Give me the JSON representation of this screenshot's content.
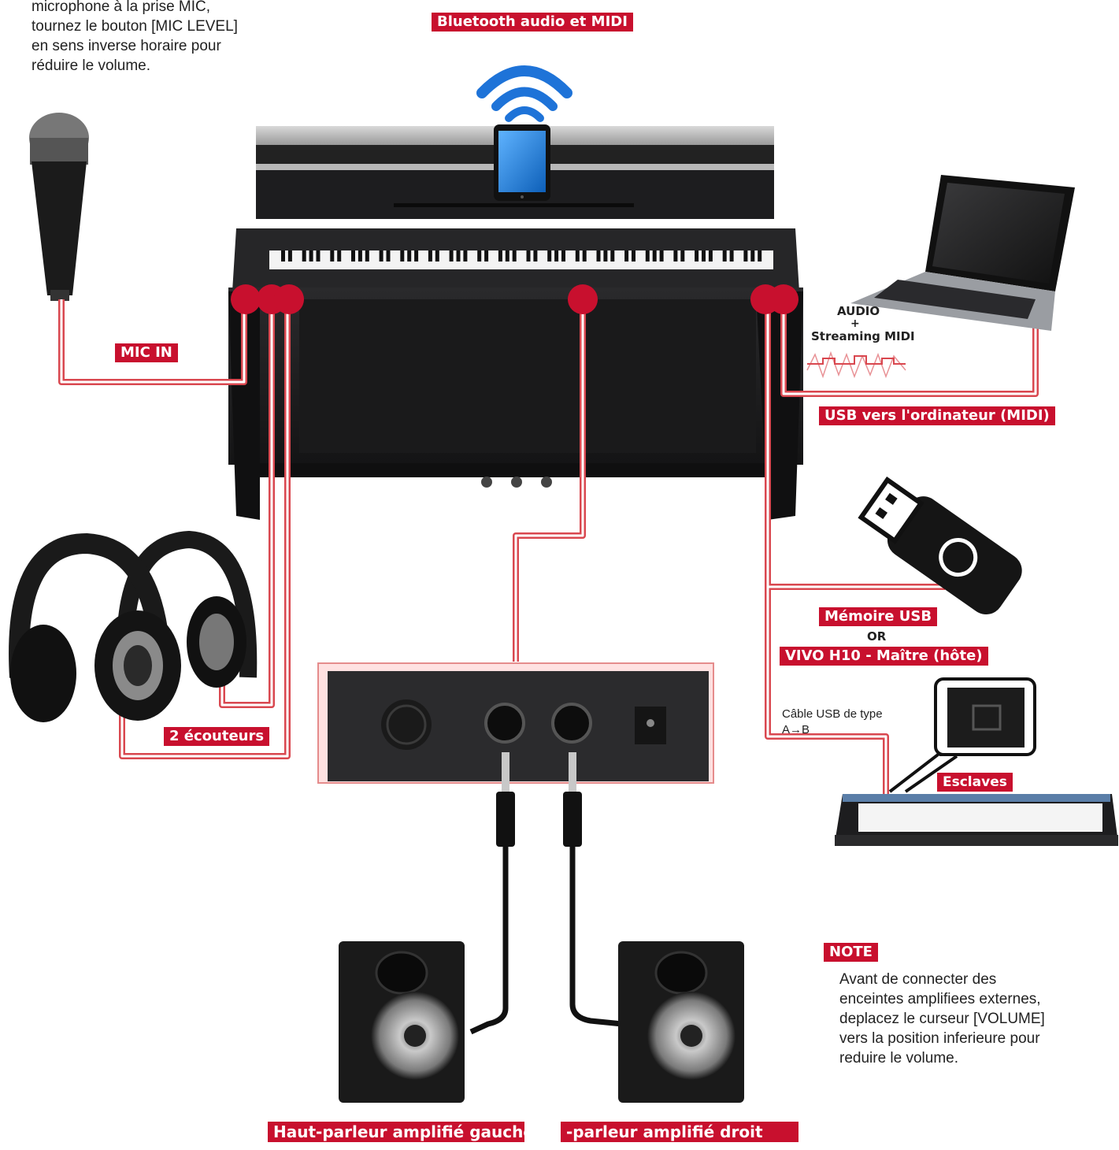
{
  "intro_text": [
    "microphone à la prise MIC,",
    "tournez le bouton [MIC LEVEL]",
    "en sens inverse horaire pour",
    "réduire le volume."
  ],
  "labels": {
    "bluetooth": "Bluetooth audio et MIDI",
    "mic_in": "MIC IN",
    "headphones": "2 écouteurs",
    "usb_computer": "USB vers l'ordinateur (MIDI)",
    "usb_memory": "Mémoire USB",
    "or": "OR",
    "vivo_host": "VIVO H10 - Maître (hôte)",
    "slaves": "Esclaves",
    "speaker_left": "Haut-parleur amplifié gauche H",
    "speaker_right": "-parleur amplifié droit",
    "audio": "AUDIO",
    "plus": "+",
    "streaming": "Streaming MIDI",
    "usb_cable": [
      "Câble USB de type",
      "A→B"
    ],
    "note_title": "NOTE"
  },
  "note_text": [
    "Avant de connecter des",
    "enceintes amplifiees externes,",
    "deplacez le curseur [VOLUME]",
    "vers la position inferieure pour",
    "reduire le volume."
  ],
  "colors": {
    "accent": "#c8102e",
    "cable": "#d9474f",
    "device": "#1c1c1e"
  }
}
